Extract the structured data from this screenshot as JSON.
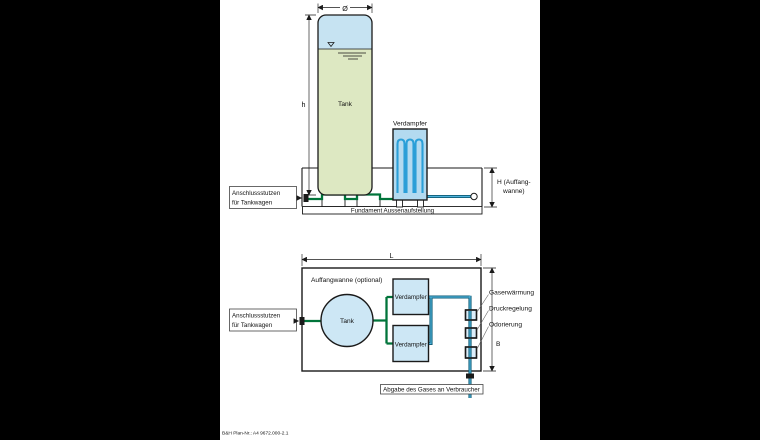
{
  "colors": {
    "background": "#000000",
    "paper": "#ffffff",
    "line_black": "#1a1a1a",
    "tank_liquid_green": "#dde8c2",
    "tank_gas_blue": "#c6e3f2",
    "equipment_fill_blue": "#cde7f5",
    "vaporizer_fill_blue": "#b3daf0",
    "pipe_green": "#00743a",
    "pipe_blue_outer": "#0d5a74",
    "pipe_blue_inner": "#4fb3dc",
    "coil_blue": "#2b9fd8"
  },
  "front_view": {
    "diameter_label": "Ø",
    "height_label": "h",
    "tank_label": "Tank",
    "vaporizer_label": "Verdampfer",
    "pan_height_label": [
      "H (Auffang-",
      "wanne)"
    ],
    "connection_label": [
      "Anschlussstutzen",
      "für Tankwagen"
    ],
    "foundation_label": "Fundament Aussenaufstellung"
  },
  "top_view": {
    "length_label": "L",
    "width_label": "B",
    "pan_label": "Auffangwanne (optional)",
    "tank_label": "Tank",
    "vaporizer_labels": [
      "Verdampfer",
      "Verdampfer"
    ],
    "connection_label": [
      "Anschlussstutzen",
      "für Tankwagen"
    ],
    "component_labels": [
      "Gaserwärmung",
      "Druckregelung",
      "Odorierung"
    ],
    "delivery_label": "Abgabe des Gases an Verbraucher"
  },
  "footer": {
    "plan_number": "B&H Plan-Nr.: A4 9672.000-2.1"
  }
}
